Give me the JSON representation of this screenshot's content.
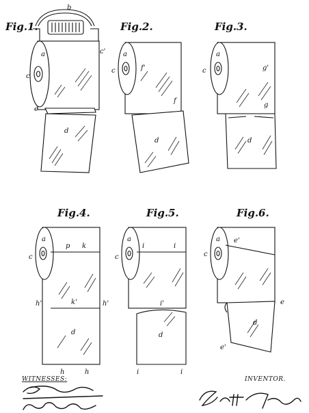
{
  "figures": [
    {
      "id": "fig1",
      "title": "Fig.1.",
      "labels": [
        "a",
        "b",
        "c",
        "c'",
        "e",
        "d"
      ]
    },
    {
      "id": "fig2",
      "title": "Fig.2.",
      "labels": [
        "a",
        "c",
        "f'",
        "f",
        "d"
      ]
    },
    {
      "id": "fig3",
      "title": "Fig.3.",
      "labels": [
        "a",
        "c",
        "g'",
        "g",
        "d"
      ]
    },
    {
      "id": "fig4",
      "title": "Fig.4.",
      "labels": [
        "a",
        "c",
        "p",
        "k",
        "h'",
        "k'",
        "h'",
        "d",
        "h",
        "h"
      ]
    },
    {
      "id": "fig5",
      "title": "Fig.5.",
      "labels": [
        "a",
        "c",
        "i",
        "i",
        "i'",
        "d",
        "i",
        "i"
      ]
    },
    {
      "id": "fig6",
      "title": "Fig.6.",
      "labels": [
        "a",
        "c",
        "e'",
        "e",
        "d",
        "e'"
      ]
    }
  ],
  "footer": {
    "witnesses_label": "WITNESSES:",
    "inventor_label": "INVENTOR."
  }
}
